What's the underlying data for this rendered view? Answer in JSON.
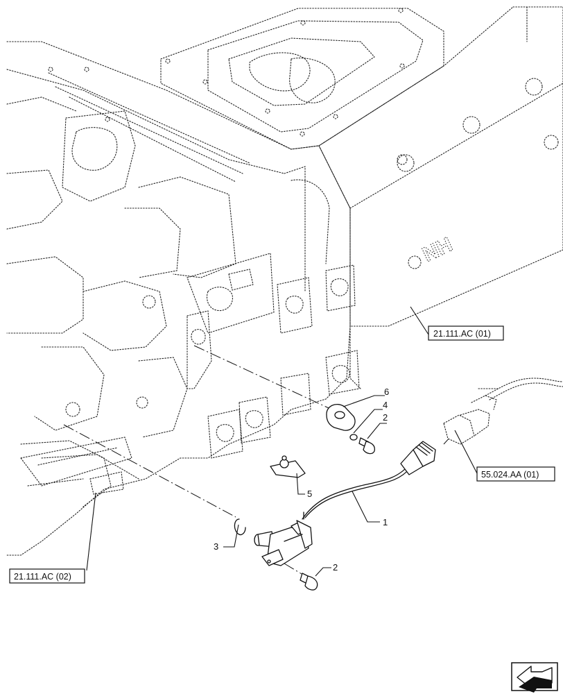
{
  "diagram": {
    "callouts": [
      {
        "id": "c1",
        "label": "1"
      },
      {
        "id": "c2a",
        "label": "2"
      },
      {
        "id": "c2b",
        "label": "2"
      },
      {
        "id": "c3",
        "label": "3"
      },
      {
        "id": "c4",
        "label": "4"
      },
      {
        "id": "c5",
        "label": "5"
      },
      {
        "id": "c6",
        "label": "6"
      }
    ],
    "references": [
      {
        "id": "ref-21-111-ac-01",
        "label": "21.111.AC (01)"
      },
      {
        "id": "ref-55-024-aa-01",
        "label": "55.024.AA (01)"
      },
      {
        "id": "ref-21-111-ac-02",
        "label": "21.111.AC (02)"
      }
    ],
    "housing_logo": "NH",
    "nav_icon": "arrow-back-icon"
  }
}
